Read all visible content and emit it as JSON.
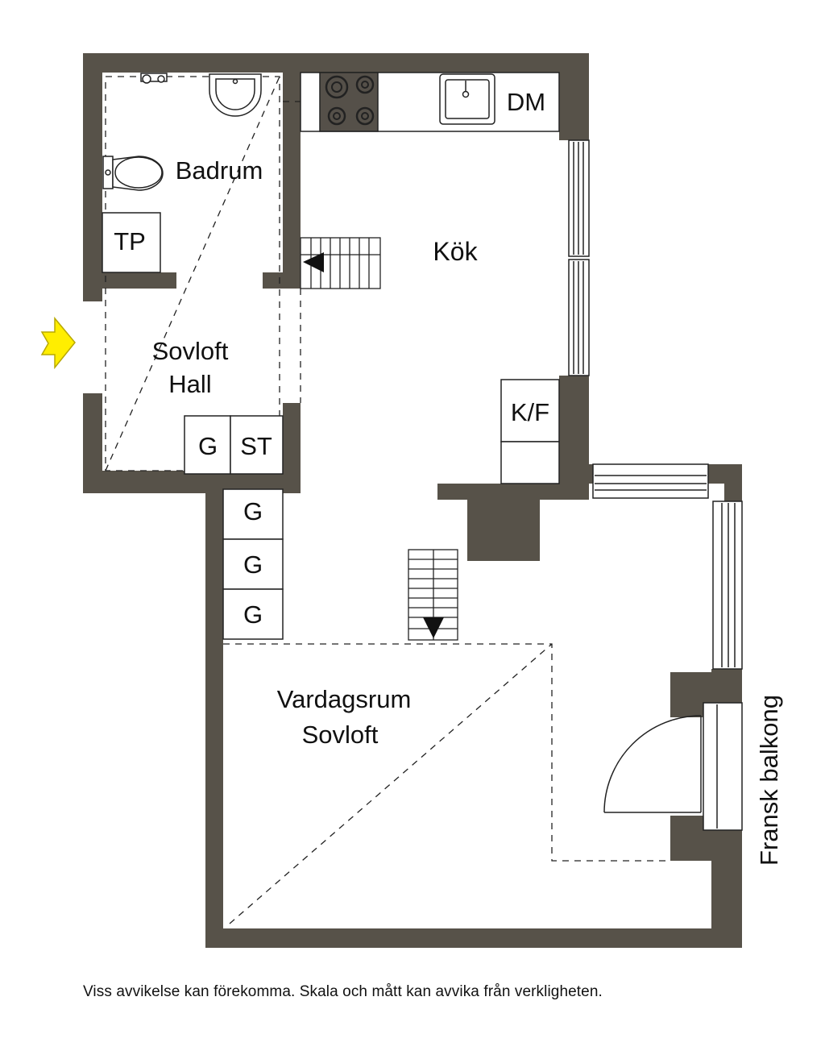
{
  "colors": {
    "wall": "#575249",
    "line": "#222222",
    "arrow_fill": "#ffee00",
    "arrow_stroke": "#b8a800"
  },
  "icons": {
    "entrance": "entrance-arrow-icon",
    "stairs_down": "stair-down-arrow-icon"
  },
  "rooms": {
    "badrum": "Badrum",
    "kok": "Kök",
    "sovloft_hall_1": "Sovloft",
    "sovloft_hall_2": "Hall",
    "vardagsrum_1": "Vardagsrum",
    "vardagsrum_2": "Sovloft",
    "balcony": "Fransk balkong"
  },
  "fixtures": {
    "tp": "TP",
    "dm": "DM",
    "kf": "K/F",
    "g_hall": "G",
    "st": "ST",
    "g1": "G",
    "g2": "G",
    "g3": "G"
  },
  "footer": {
    "disclaimer": "Viss avvikelse kan förekomma. Skala och mått kan avvika från verkligheten."
  }
}
